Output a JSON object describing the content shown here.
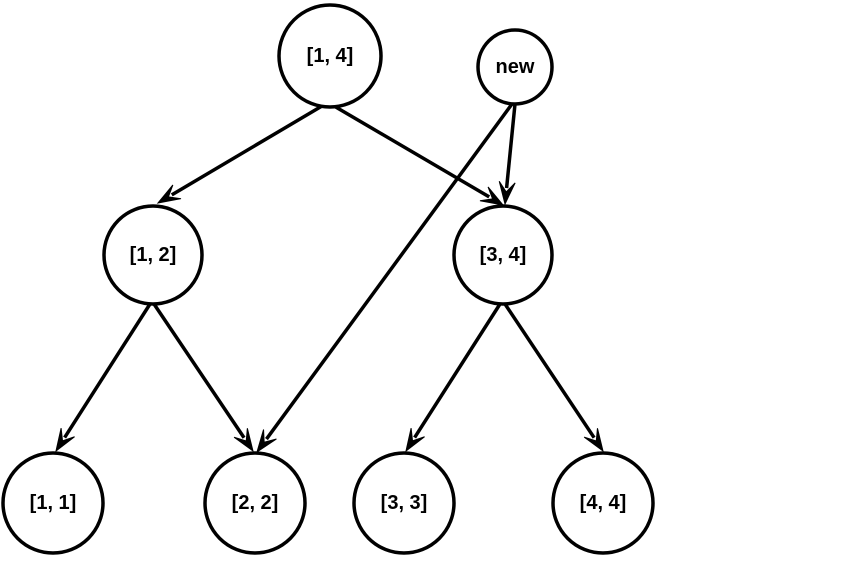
{
  "diagram": {
    "nodes": [
      {
        "id": "n14",
        "label": "[1, 4]"
      },
      {
        "id": "new",
        "label": "new"
      },
      {
        "id": "n12",
        "label": "[1, 2]"
      },
      {
        "id": "n34",
        "label": "[3, 4]"
      },
      {
        "id": "n11",
        "label": "[1, 1]"
      },
      {
        "id": "n22",
        "label": "[2, 2]"
      },
      {
        "id": "n33",
        "label": "[3, 3]"
      },
      {
        "id": "n44",
        "label": "[4, 4]"
      }
    ],
    "edges": [
      {
        "from": "n14",
        "to": "n12"
      },
      {
        "from": "n14",
        "to": "n34"
      },
      {
        "from": "new",
        "to": "n34"
      },
      {
        "from": "new",
        "to": "n22"
      },
      {
        "from": "n12",
        "to": "n11"
      },
      {
        "from": "n12",
        "to": "n22"
      },
      {
        "from": "n34",
        "to": "n33"
      },
      {
        "from": "n34",
        "to": "n44"
      }
    ]
  }
}
